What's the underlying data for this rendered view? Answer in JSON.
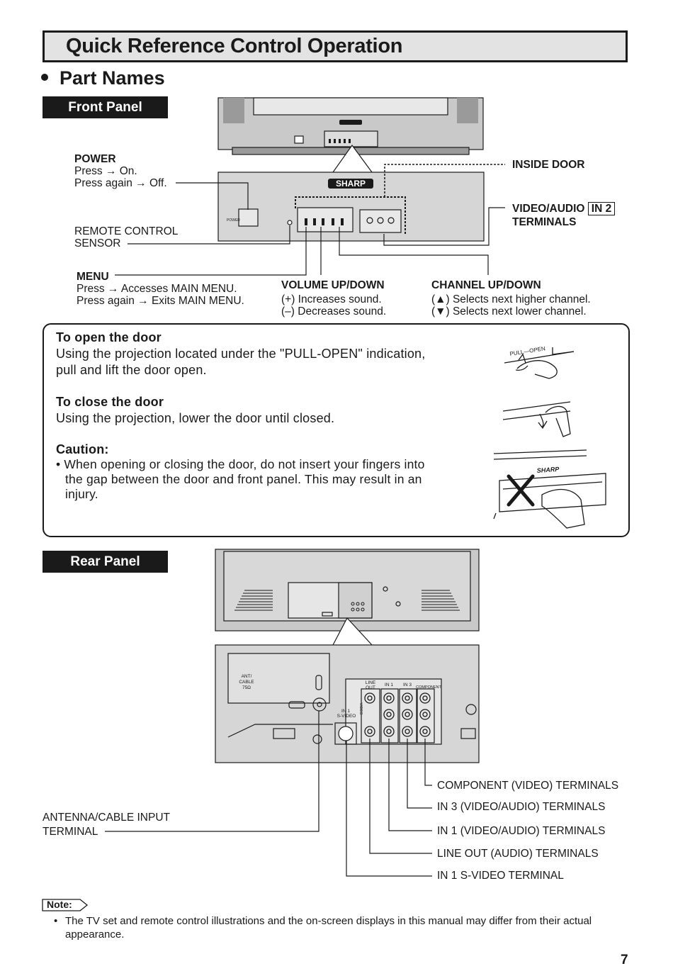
{
  "page": {
    "title": "Quick Reference Control Operation",
    "section": "Part Names",
    "page_number": "7"
  },
  "front_panel": {
    "tag": "Front Panel",
    "brand": "SHARP",
    "power_label": "POWER",
    "power_l1": "Press → On.",
    "power_l2": "Press again → Off.",
    "remote_l1": "REMOTE CONTROL",
    "remote_l2": "SENSOR",
    "menu_label": "MENU",
    "menu_l1": "Press → Accesses MAIN MENU.",
    "menu_l2": "Press again → Exits MAIN MENU.",
    "volume_label": "VOLUME UP/DOWN",
    "volume_l1": "(+) Increases sound.",
    "volume_l2": "(–) Decreases sound.",
    "channel_label": "CHANNEL UP/DOWN",
    "channel_l1": "(▲)  Selects next higher channel.",
    "channel_l2": "(▼)  Selects next lower channel.",
    "inside_door": "INSIDE DOOR",
    "va_prefix": "VIDEO/AUDIO",
    "va_box": "IN 2",
    "va_l2": "TERMINALS",
    "small_power": "POWER"
  },
  "door": {
    "open_title": "To open the door",
    "open_l1": "Using the projection located under the \"PULL-OPEN\" indication,",
    "open_l2": "pull and lift the door open.",
    "close_title": "To close the door",
    "close_text": "Using the projection, lower the door until closed.",
    "caution_title": "Caution:",
    "caution_l1": "• When opening or closing the door, do not insert your fingers into",
    "caution_l2": "the gap between the door and front panel. This may result in an",
    "caution_l3": "injury.",
    "pull_open": "PULL—OPEN",
    "brand": "SHARP"
  },
  "rear_panel": {
    "tag": "Rear Panel",
    "ant_l1": "ANT/",
    "ant_l2": "CABLE",
    "ant_l3": "75Ω",
    "line_out_l1": "LINE",
    "line_out_l2": "OUT",
    "in1": "IN 1",
    "in3": "IN 3",
    "component": "COMPONENT",
    "svideo_l1": "IN 1",
    "svideo_l2": "S-VIDEO",
    "video_v": "VIDEO",
    "component_label": "COMPONENT (VIDEO) TERMINALS",
    "in3_label": "IN 3 (VIDEO/AUDIO) TERMINALS",
    "in1_label": "IN 1 (VIDEO/AUDIO) TERMINALS",
    "lineout_label": "LINE OUT (AUDIO) TERMINALS",
    "svideo_label": "IN 1 S-VIDEO TERMINAL",
    "antenna_l1": "ANTENNA/CABLE INPUT",
    "antenna_l2": "TERMINAL"
  },
  "note": {
    "tag": "Note:",
    "text": "The TV set and remote control illustrations and the on-screen displays in this manual may differ from their actual appearance."
  }
}
